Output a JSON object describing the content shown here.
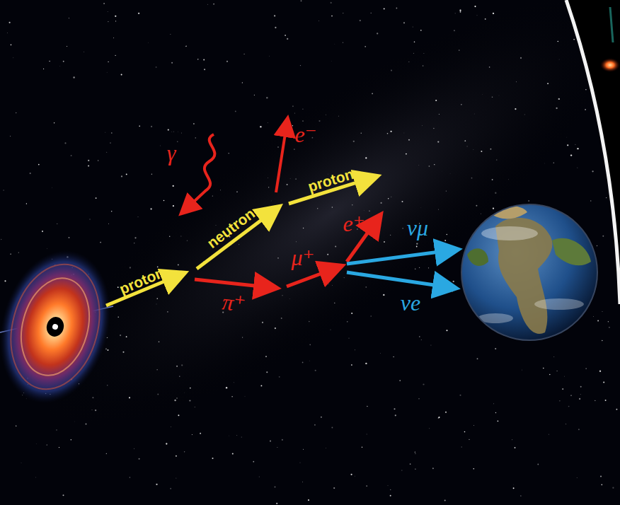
{
  "diagram": {
    "labels": [
      "γ",
      "e⁻",
      "proton",
      "neutron",
      "proton",
      "π⁺",
      "μ⁺",
      "e⁺",
      "νμ",
      "νe"
    ]
  }
}
